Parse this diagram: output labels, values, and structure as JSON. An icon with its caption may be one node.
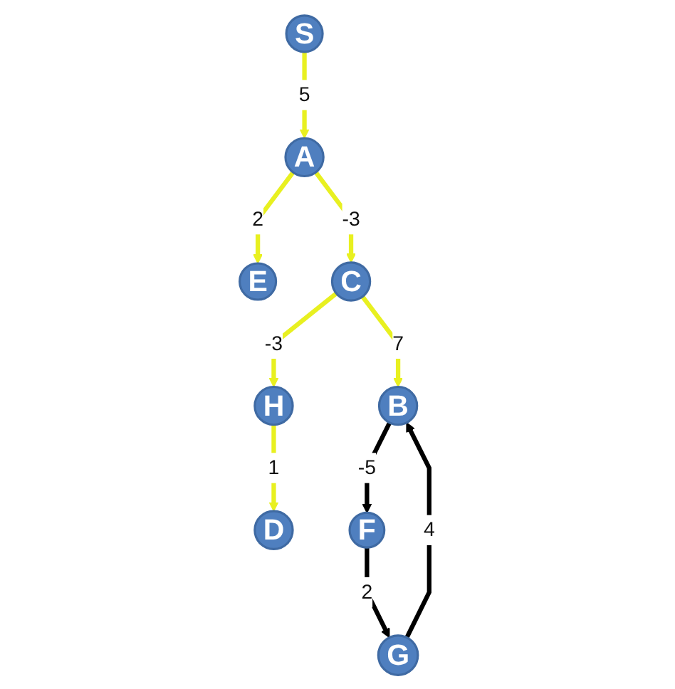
{
  "diagram": {
    "nodes": [
      {
        "text": [
          "S"
        ]
      },
      {
        "text": [
          "E"
        ]
      },
      {
        "text": [
          "H"
        ]
      },
      {
        "text": [
          "A"
        ]
      },
      {
        "text": [
          "D"
        ]
      },
      {
        "text": [
          "C"
        ]
      },
      {
        "text": [
          "F"
        ]
      },
      {
        "text": [
          "B"
        ]
      },
      {
        "text": [
          "G"
        ]
      }
    ],
    "edges": [
      {
        "from": 0,
        "to": 3,
        "arrow": "to",
        "label": "5"
      },
      {
        "from": 3,
        "to": 1,
        "arrow": "to",
        "label": "2"
      },
      {
        "from": 3,
        "to": 5,
        "arrow": "to",
        "label": "-3"
      },
      {
        "from": 5,
        "to": 2,
        "arrow": "to",
        "label": "-3"
      },
      {
        "from": 2,
        "to": 4,
        "arrow": "to",
        "label": "1"
      },
      {
        "from": 5,
        "to": 7,
        "arrow": "to",
        "label": "7"
      },
      {
        "from": 7,
        "to": 6,
        "arrow": "to",
        "label": "-5",
        "color": "#000000"
      },
      {
        "from": 6,
        "to": 8,
        "arrow": "to",
        "label": "2",
        "color": "#000000"
      },
      {
        "from": 8,
        "to": 7,
        "arrow": "to",
        "label": "4",
        "color": "#000000"
      }
    ]
  }
}
